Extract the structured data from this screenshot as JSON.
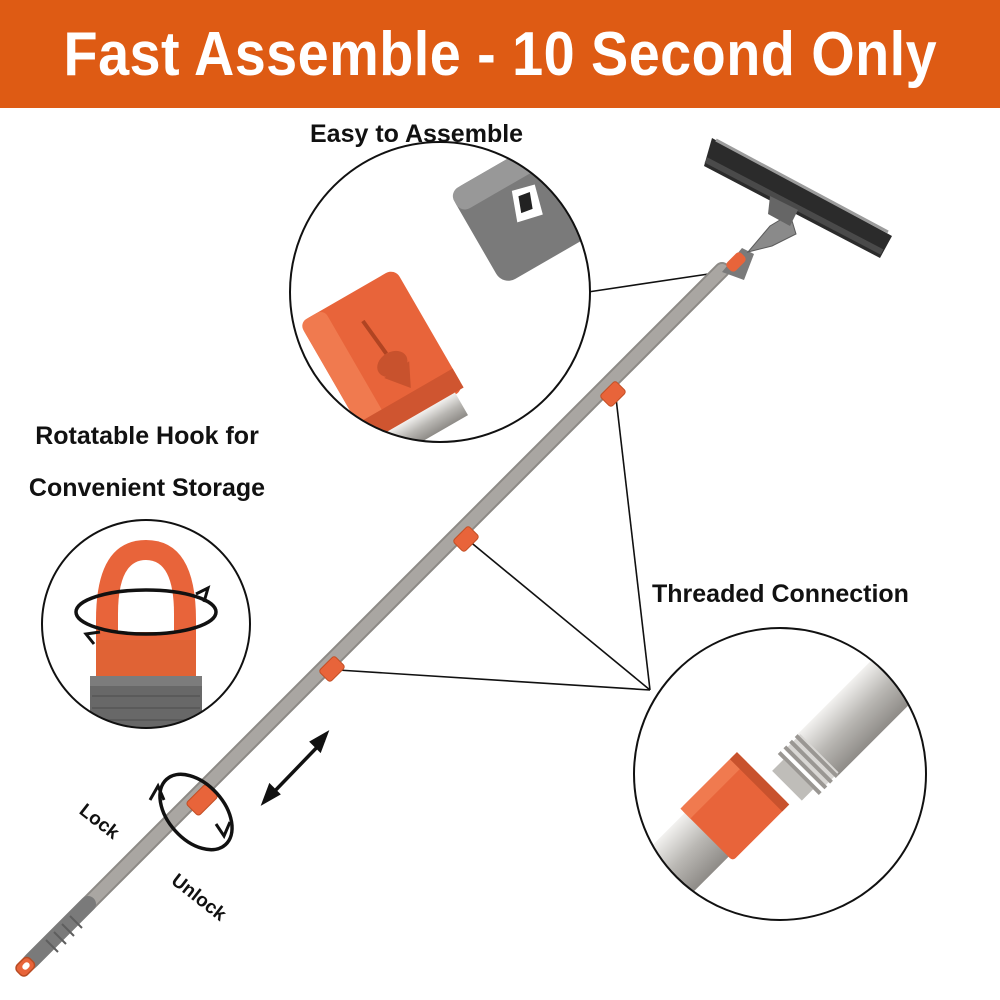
{
  "banner": {
    "title": "Fast Assemble - 10 Second Only"
  },
  "callouts": {
    "easy_assemble": "Easy to Assemble",
    "hook_line1": "Rotatable Hook for",
    "hook_line2": "Convenient Storage",
    "threaded": "Threaded Connection",
    "lock": "Lock",
    "unlock": "Unlock"
  },
  "colors": {
    "accent": "#de5b14",
    "orange_part": "#e8643a",
    "gray_part": "#6b6b6b",
    "pole": "#c8c6c3"
  }
}
